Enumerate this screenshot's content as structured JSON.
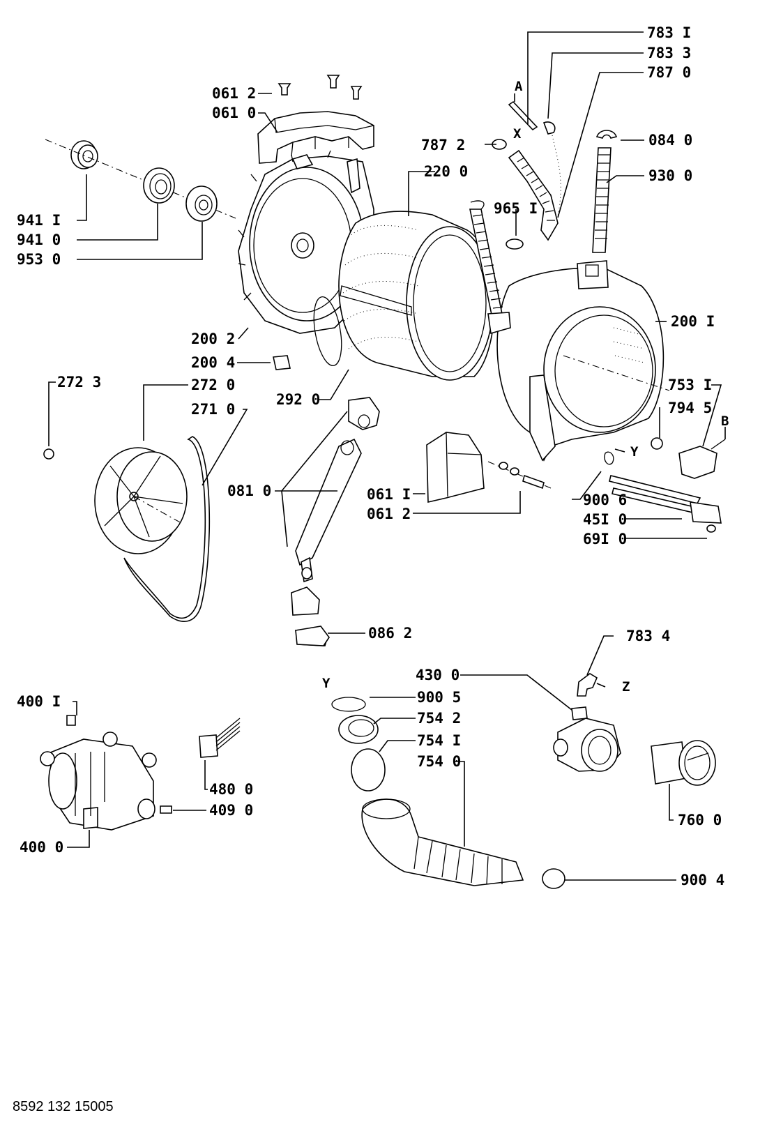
{
  "diagram": {
    "labels": {
      "l7831": "783 I",
      "l7833": "783 3",
      "l7870": "787 0",
      "l0612a": "061 2",
      "l0610": "061 0",
      "l7872": "787 2",
      "l0840": "084 0",
      "l2200": "220 0",
      "l9300": "930 0",
      "l9651": "965 I",
      "l9411": "941 I",
      "l9410": "941 0",
      "l9530": "953 0",
      "l2001": "200 I",
      "l2002": "200 2",
      "l2004": "200 4",
      "l2723": "272 3",
      "l2720": "272 0",
      "l2710": "271 0",
      "l2920": "292 0",
      "l7531": "753 I",
      "l7945": "794 5",
      "l0810": "081 0",
      "l0611": "061 I",
      "l0612b": "061 2",
      "l9006": "900 6",
      "l4510": "45I 0",
      "l6910": "69I 0",
      "l0862": "086 2",
      "l7834": "783 4",
      "l4300": "430 0",
      "l9005": "900 5",
      "l7542": "754 2",
      "l7541": "754 I",
      "l7540": "754 0",
      "l4001": "400 I",
      "l4800": "480 0",
      "l4090": "409 0",
      "l4000": "400 0",
      "l7600": "760 0",
      "l9004": "900 4"
    },
    "letters": {
      "A": "A",
      "X": "X",
      "Y1": "Y",
      "B": "B",
      "Y2": "Y",
      "Z": "Z"
    }
  },
  "footer": {
    "code": "8592 132 15005"
  }
}
